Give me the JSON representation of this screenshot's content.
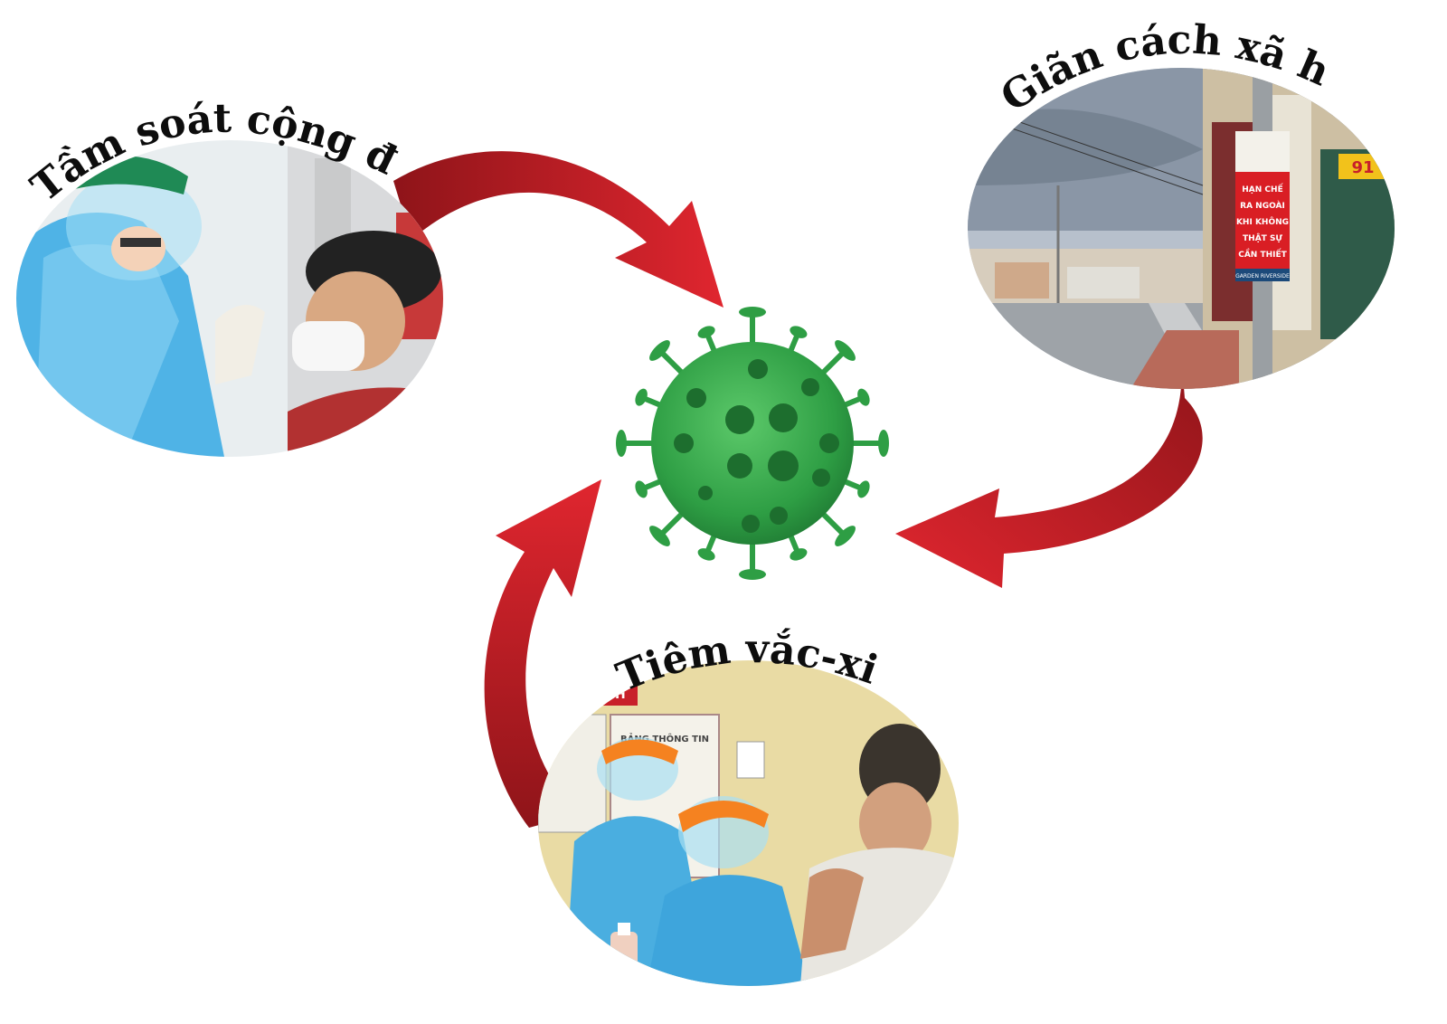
{
  "labels": {
    "screening": "Tầm soát cộng đồng",
    "distancing": "Giãn cách xã hội",
    "vaccination": "Tiêm vắc-xin"
  },
  "street_sign": {
    "line1": "HẠN CHẾ",
    "line2": "RA NGOÀI",
    "line3": "KHI KHÔNG",
    "line4": "THẬT SỰ",
    "line5": "CẦN THIẾT",
    "footer": "GARDEN RIVERSIDE",
    "shop_number": "91"
  },
  "clinic_board": {
    "title": "BẢNG THÔNG TIN",
    "corner": "NH"
  },
  "colors": {
    "arrow": "#c8202a",
    "arrow_dark": "#8e1419",
    "virus": "#2e9e44",
    "virus_spot": "#1d6e2e"
  },
  "icons": {
    "center": "coronavirus-icon",
    "arrows": "curved-arrow-icon"
  }
}
